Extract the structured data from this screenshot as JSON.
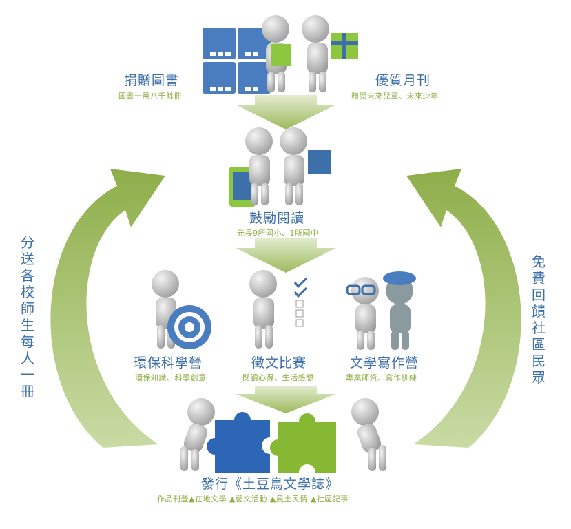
{
  "top_left": {
    "title": "捐贈圖書",
    "subtitle": "圖書一萬八千餘冊"
  },
  "top_right": {
    "title": "優質月刊",
    "subtitle": "贈閱未來兒童、未來少年"
  },
  "center": {
    "title": "鼓勵閱讀",
    "subtitle": "元長9所國小、1所國中"
  },
  "activities": [
    {
      "title": "環保科學營",
      "subtitle": "環保知識、科學創意"
    },
    {
      "title": "徵文比賽",
      "subtitle": "閱讀心得、生活感想"
    },
    {
      "title": "文學寫作營",
      "subtitle": "專業師資、寫作訓練"
    }
  ],
  "bottom": {
    "title": "發行《土豆鳥文學誌》",
    "subtitle": "作品刊登▲在地文學 ▲藝文活動 ▲風土民情 ▲社區記事"
  },
  "left_side": {
    "text": "分送各校師生每人一冊"
  },
  "right_side": {
    "text": "免費回饋社區民眾"
  },
  "colors": {
    "blue": "#3d6fa8",
    "green": "#8dae43",
    "gray": "#c8c8c8",
    "arrow_green": "#a7c26b"
  }
}
